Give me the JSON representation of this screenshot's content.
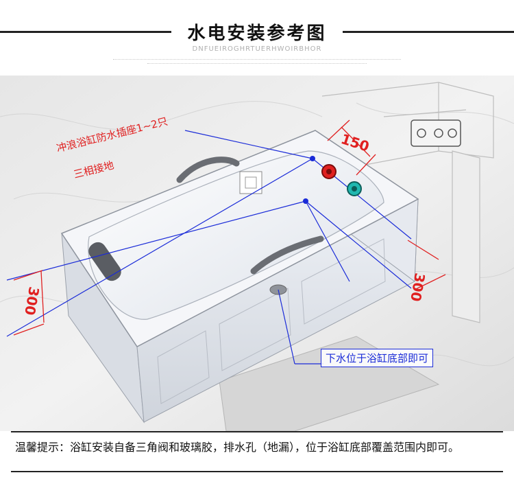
{
  "header": {
    "title": "水电安装参考图",
    "subtitle": "DNFUEIROGHRTUERHWOIRBHOR"
  },
  "annotations": {
    "socket_line1": "冲浪浴缸防水插座1~2只",
    "socket_line2": "三相接地",
    "dim_top": "150",
    "dim_right": "300",
    "dim_left": "300",
    "drain_note": "下水位于浴缸底部即可"
  },
  "colors": {
    "annotation_red": "#e02020",
    "annotation_blue": "#1a2bd8",
    "valve_hot": "#e02020",
    "valve_cold": "#20b8b0"
  },
  "footer": {
    "tip_label": "温馨提示：",
    "tip_text": "浴缸安装自备三角阀和玻璃胶，排水孔（地漏），位于浴缸底部覆盖范围内即可。"
  }
}
